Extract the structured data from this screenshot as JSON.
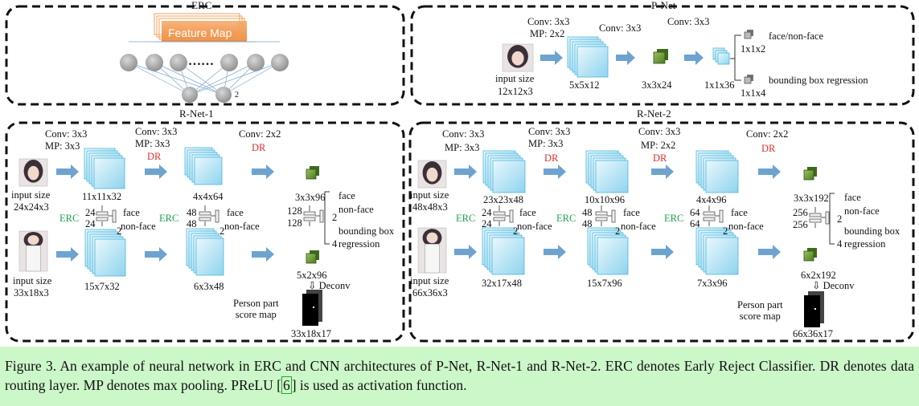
{
  "figure": {
    "erc": {
      "title": "ERC",
      "feature_map_label": "Feature Map",
      "dots": "……",
      "output_count": "2"
    },
    "pnet": {
      "title": "P-Net",
      "conv1": "Conv: 3x3",
      "mp1": "MP: 2x2",
      "conv2": "Conv: 3x3",
      "conv3": "Conv: 3x3",
      "input_size_label": "input size",
      "input_size": "12x12x3",
      "fm1": "5x5x12",
      "fm2": "3x3x24",
      "fm3": "1x1x36",
      "out1_size": "1x1x2",
      "out1_label": "face/non-face",
      "out2_size": "1x1x4",
      "out2_label": "bounding box regression"
    },
    "rnet1": {
      "title": "R-Net-1",
      "conv1": "Conv: 3x3",
      "mp1": "MP: 3x3",
      "conv2": "Conv: 3x3",
      "mp2": "MP: 3x3",
      "dr1": "DR",
      "conv3": "Conv: 2x2",
      "dr2": "DR",
      "input_label": "input size",
      "input_top": "24x24x3",
      "input_bottom": "33x18x3",
      "fm_top1": "11x11x32",
      "fm_top2": "4x4x64",
      "fm_top3": "3x3x96",
      "fm_bot1": "15x7x32",
      "fm_bot2": "6x3x48",
      "fm_bot3": "5x2x96",
      "erc": "ERC",
      "erc1_a": "24",
      "erc1_b": "24",
      "erc1_out": "2",
      "erc2_a": "48",
      "erc2_b": "48",
      "erc2_out": "2",
      "fc_a": "128",
      "fc_b": "128",
      "fc_out1": "2",
      "fc_out2": "4",
      "face": "face",
      "nonface": "non-face",
      "bbox": "bounding box",
      "regression": "regression",
      "deconv": "⇩ Deconv",
      "score_map_label": "Person part\nscore map",
      "score_map_size": "33x18x17"
    },
    "rnet2": {
      "title": "R-Net-2",
      "conv1": "Conv: 3x3",
      "mp1": "MP: 3x3",
      "conv2": "Conv: 3x3",
      "mp2": "MP: 3x3",
      "dr1": "DR",
      "conv3": "Conv: 3x3",
      "mp3": "MP: 2x2",
      "dr2": "DR",
      "conv4": "Conv: 2x2",
      "dr3": "DR",
      "input_label": "input size",
      "input_top": "48x48x3",
      "input_bottom": "66x36x3",
      "fm_top1": "23x23x48",
      "fm_top2": "10x10x96",
      "fm_top3": "4x4x96",
      "fm_top4": "3x3x192",
      "fm_bot1": "32x17x48",
      "fm_bot2": "15x7x96",
      "fm_bot3": "7x3x96",
      "fm_bot4": "6x2x192",
      "erc": "ERC",
      "erc1_a": "24",
      "erc1_b": "24",
      "erc1_out": "2",
      "erc2_a": "48",
      "erc2_b": "48",
      "erc2_out": "2",
      "erc3_a": "64",
      "erc3_b": "64",
      "erc3_out": "2",
      "fc_a": "256",
      "fc_b": "256",
      "fc_out1": "2",
      "fc_out2": "4",
      "face": "face",
      "nonface": "non-face",
      "bbox": "bounding box",
      "regression": "regression",
      "deconv": "⇩ Deconv",
      "score_map_label": "Person part\nscore map",
      "score_map_size": "66x36x17"
    }
  },
  "caption": {
    "text_before_ref": "Figure 3. An example of neural network in ERC and CNN architectures of P-Net, R-Net-1 and R-Net-2.  ERC denotes Early Reject Classifier. DR denotes data routing layer. MP denotes max pooling. PReLU ",
    "ref_open": "[",
    "ref_number": "6",
    "ref_close": "]",
    "text_after_ref": " is used as activation function."
  },
  "colors": {
    "background": "#ccf7c9",
    "feature_map_fill": "#c6ecf7",
    "feature_map_edge": "#4bb7dd",
    "arrow": "#6ea3cf",
    "green_block": "#5c8a2f",
    "dr_red": "#e03030",
    "erc_green": "#1ea44e",
    "erc_orange": "#f2a15a"
  }
}
